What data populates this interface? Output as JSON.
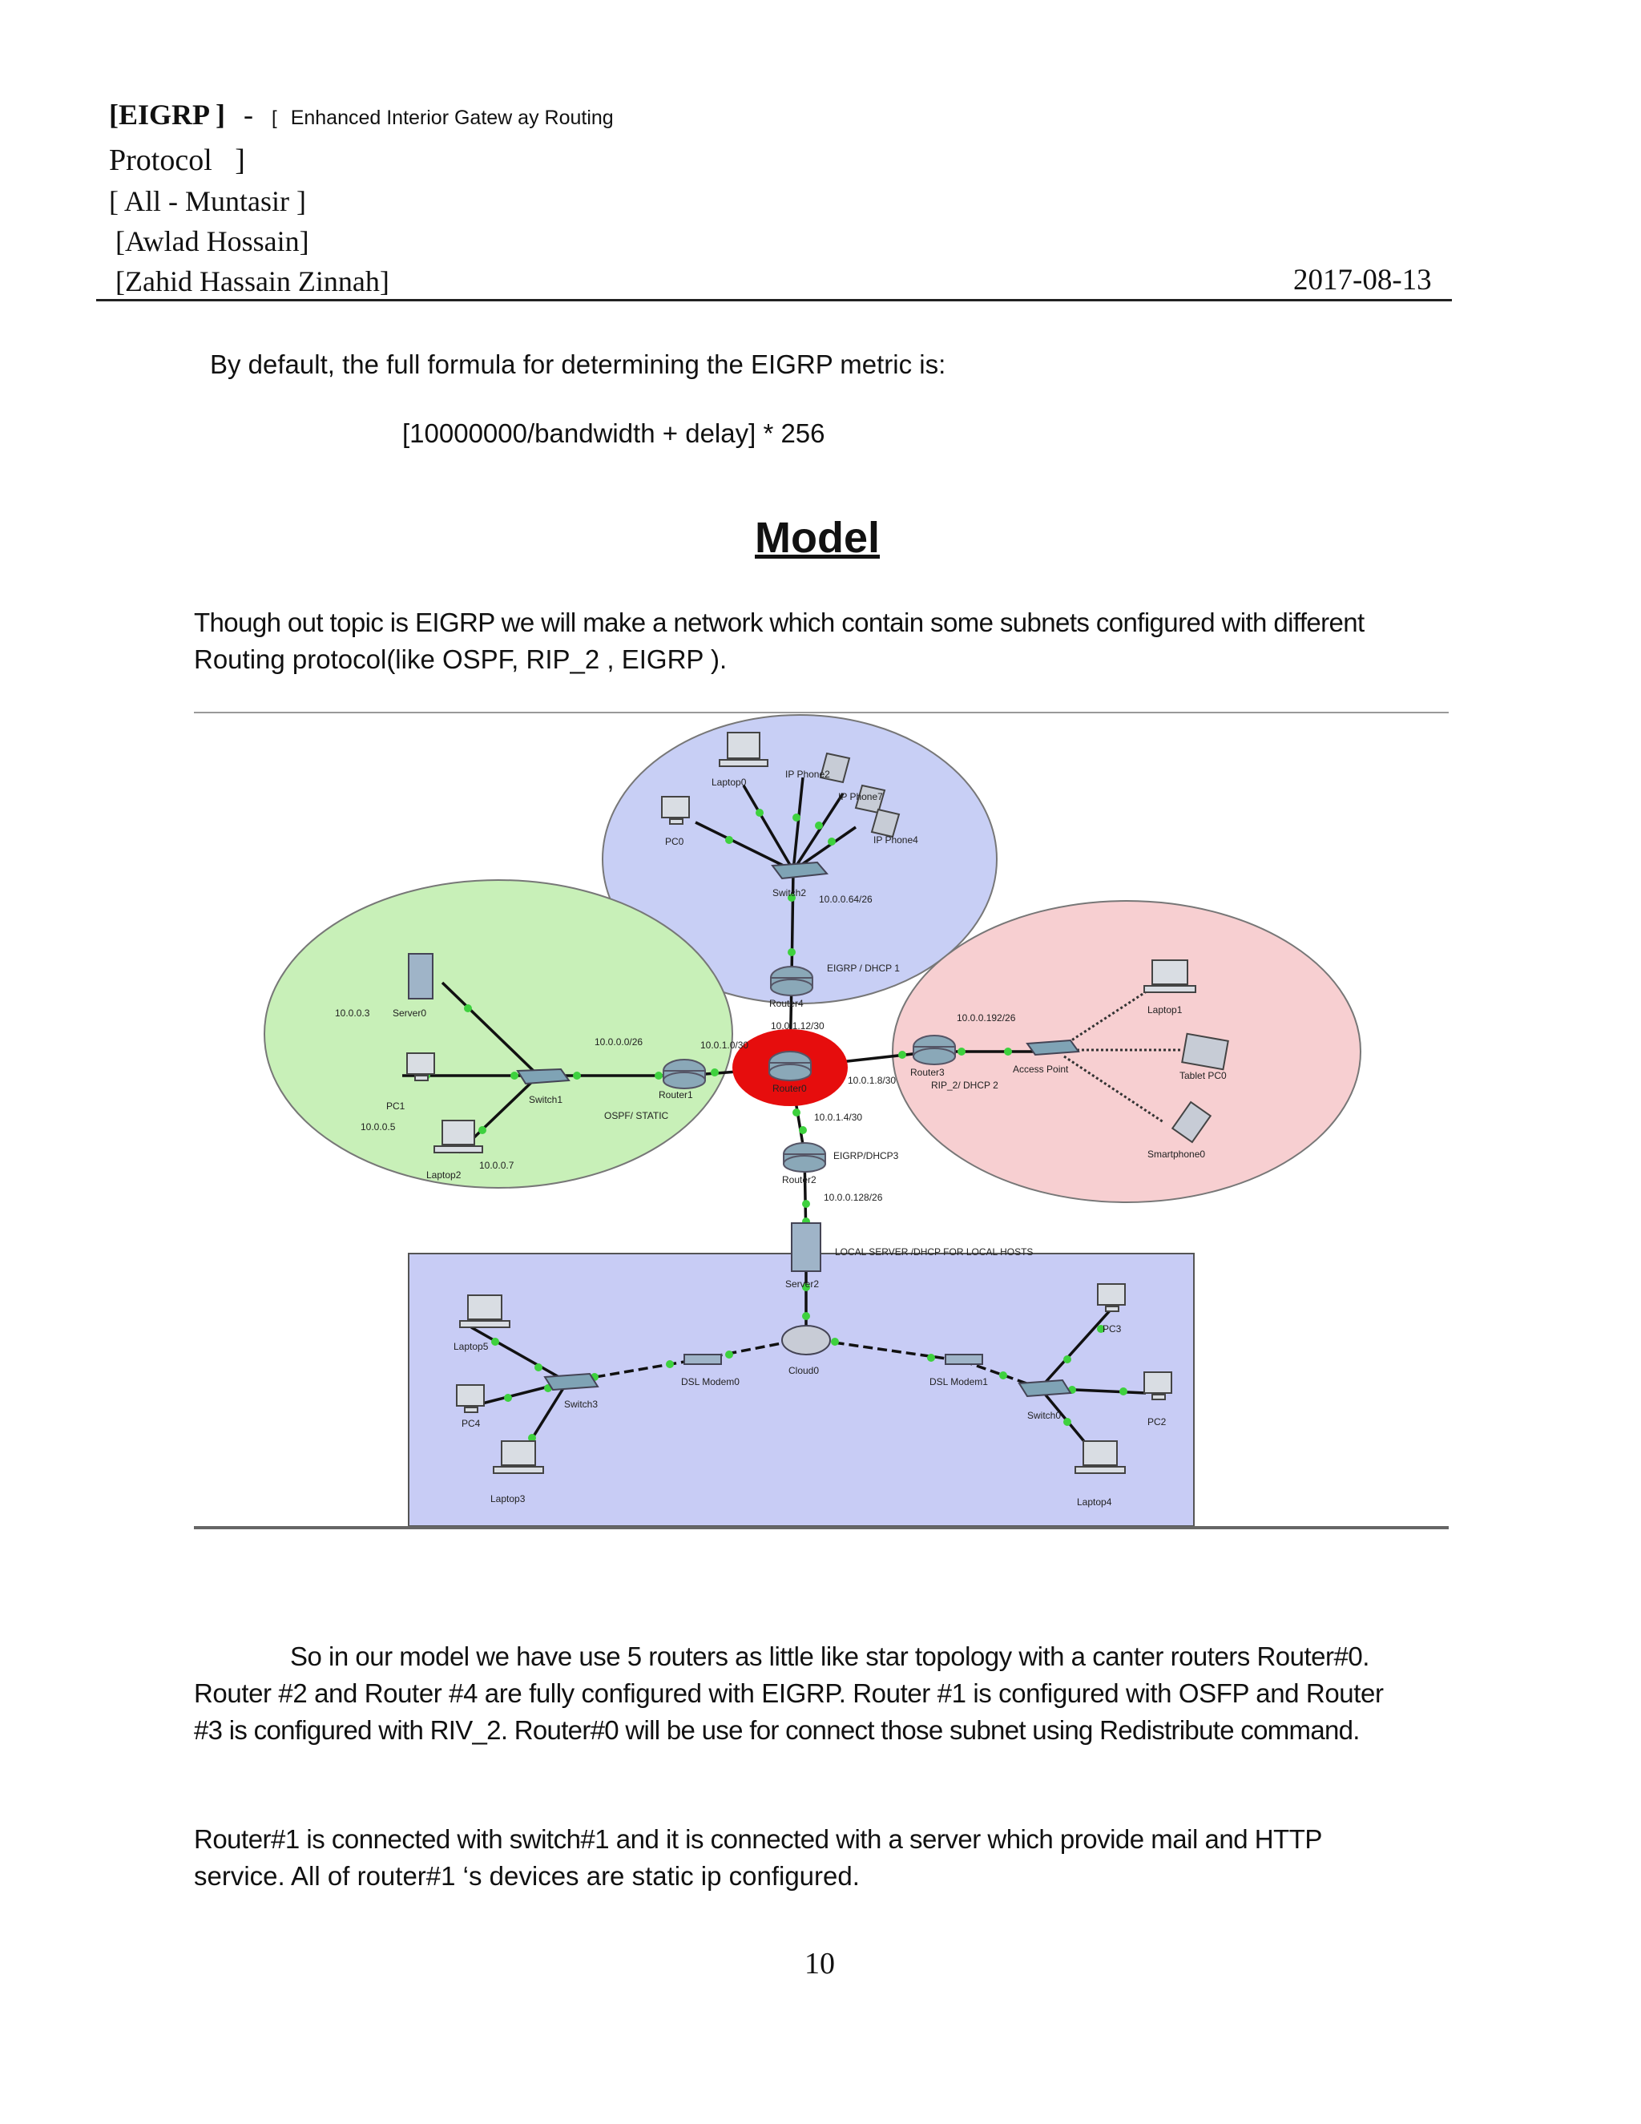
{
  "header": {
    "title_bold": "[EIGRP ]",
    "dash": "-",
    "title_rest_bracket": "[",
    "title_rest": "Enhanced Interior Gatew ay Routing",
    "title_line2": "Protocol   ]",
    "authors": [
      "[ All - Muntasir ]",
      "[Awlad Hossain]",
      "[Zahid Hassain Zinnah]"
    ],
    "date": "2017-08-13"
  },
  "intro": {
    "line": "By default, the full formula for determining the EIGRP metric is:",
    "formula": "[10000000/bandwidth + delay] * 256"
  },
  "section": {
    "title": "Model",
    "para1_l1": "Though out topic is EIGRP we will make a network which contain some subnets configured with different",
    "para1_l2": "Routing protocol(like OSPF,  RIP_2  , EIGRP )."
  },
  "diagram": {
    "labels": {
      "laptop0": "Laptop0",
      "ipphone2": "IP Phone2",
      "ipphone7": "IP Phone7",
      "ipphone4": "IP Phone4",
      "pc0": "PC0",
      "switch2": "Switch2",
      "net64": "10.0.0.64/26",
      "router4": "Router4",
      "eigrp_dhcp1": "EIGRP / DHCP 1",
      "net12": "10.0.1.12/30",
      "ip3": "10.0.0.3",
      "server0": "Server0",
      "net0": "10.0.0.0/26",
      "net10": "10.0.1.0/30",
      "pc1": "PC1",
      "switch1": "Switch1",
      "router1": "Router1",
      "ospf": "OSPF/ STATIC",
      "ip5": "10.0.0.5",
      "ip7": "10.0.0.7",
      "laptop2": "Laptop2",
      "router0": "Router0",
      "net18": "10.0.1.8/30",
      "router3": "Router3",
      "rip": "RIP_2/ DHCP 2",
      "net192": "10.0.0.192/26",
      "ap": "Access Point",
      "laptop1": "Laptop1",
      "tablet": "Tablet PC0",
      "smartphone": "Smartphone0",
      "net14": "10.0.1.4/30",
      "router2": "Router2",
      "eigrp_dhcp3": "EIGRP/DHCP3",
      "net128": "10.0.0.128/26",
      "server2": "Server2",
      "localserver": "LOCAL SERVER /DHCP FOR LOCAL HOSTS",
      "laptop5": "Laptop5",
      "pc4": "PC4",
      "switch3": "Switch3",
      "laptop3": "Laptop3",
      "dsl0": "DSL Modem0",
      "cloud0": "Cloud0",
      "dsl1": "DSL Modem1",
      "pc3": "PC3",
      "switch0": "Switch0",
      "pc2": "PC2",
      "laptop4": "Laptop4"
    }
  },
  "para2": {
    "l1": "So in our model we have use 5 routers as little like star topology with a canter routers Router#0.",
    "l2": "Router #2 and Router #4 are fully configured with EIGRP. Router #1 is configured with OSFP and Router",
    "l3": "#3 is configured with RIV_2. Router#0 will be use for connect those subnet using Redistribute command."
  },
  "para3": {
    "l1": "Router#1 is connected with switch#1 and it is connected with a server which provide mail and HTTP",
    "l2": "service. All of router#1 ‘s devices are  static ip configured."
  },
  "page_number": "10"
}
